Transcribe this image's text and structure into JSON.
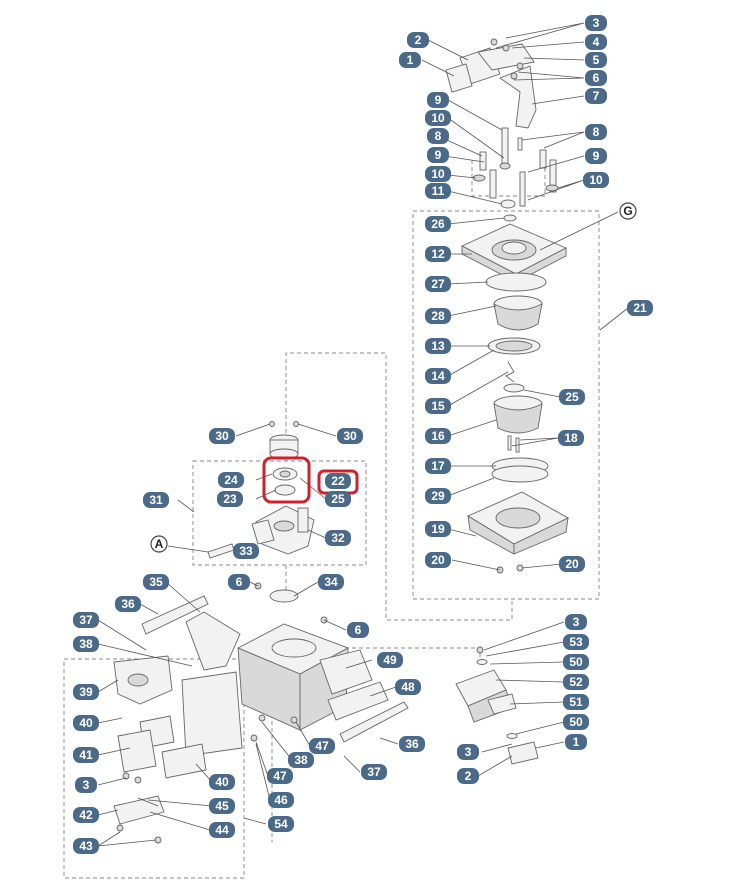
{
  "labels": [
    {
      "t": "3"
    },
    {
      "t": "2"
    },
    {
      "t": "4"
    },
    {
      "t": "1"
    },
    {
      "t": "5"
    },
    {
      "t": "6"
    },
    {
      "t": "7"
    },
    {
      "t": "9"
    },
    {
      "t": "10"
    },
    {
      "t": "8"
    },
    {
      "t": "8"
    },
    {
      "t": "9"
    },
    {
      "t": "9"
    },
    {
      "t": "10"
    },
    {
      "t": "10"
    },
    {
      "t": "11"
    },
    {
      "t": "26"
    },
    {
      "t": "12"
    },
    {
      "t": "27"
    },
    {
      "t": "28"
    },
    {
      "t": "21"
    },
    {
      "t": "13"
    },
    {
      "t": "14"
    },
    {
      "t": "15"
    },
    {
      "t": "25"
    },
    {
      "t": "16"
    },
    {
      "t": "18"
    },
    {
      "t": "17"
    },
    {
      "t": "29"
    },
    {
      "t": "19"
    },
    {
      "t": "20"
    },
    {
      "t": "20"
    },
    {
      "t": "30"
    },
    {
      "t": "30"
    },
    {
      "t": "24"
    },
    {
      "t": "22"
    },
    {
      "t": "23"
    },
    {
      "t": "25"
    },
    {
      "t": "31"
    },
    {
      "t": "32"
    },
    {
      "t": "33"
    },
    {
      "t": "35"
    },
    {
      "t": "6"
    },
    {
      "t": "34"
    },
    {
      "t": "36"
    },
    {
      "t": "6"
    },
    {
      "t": "37"
    },
    {
      "t": "38"
    },
    {
      "t": "49"
    },
    {
      "t": "48"
    },
    {
      "t": "39"
    },
    {
      "t": "40"
    },
    {
      "t": "41"
    },
    {
      "t": "40"
    },
    {
      "t": "3"
    },
    {
      "t": "42"
    },
    {
      "t": "45"
    },
    {
      "t": "44"
    },
    {
      "t": "43"
    },
    {
      "t": "47"
    },
    {
      "t": "38"
    },
    {
      "t": "47"
    },
    {
      "t": "36"
    },
    {
      "t": "37"
    },
    {
      "t": "46"
    },
    {
      "t": "54"
    },
    {
      "t": "3"
    },
    {
      "t": "53"
    },
    {
      "t": "50"
    },
    {
      "t": "52"
    },
    {
      "t": "51"
    },
    {
      "t": "50"
    },
    {
      "t": "1"
    },
    {
      "t": "3"
    },
    {
      "t": "2"
    }
  ],
  "callouts": [
    {
      "t": "G"
    },
    {
      "t": "A"
    }
  ],
  "highlight_color": "#d0202a",
  "badge_color": "#4b6a8a"
}
